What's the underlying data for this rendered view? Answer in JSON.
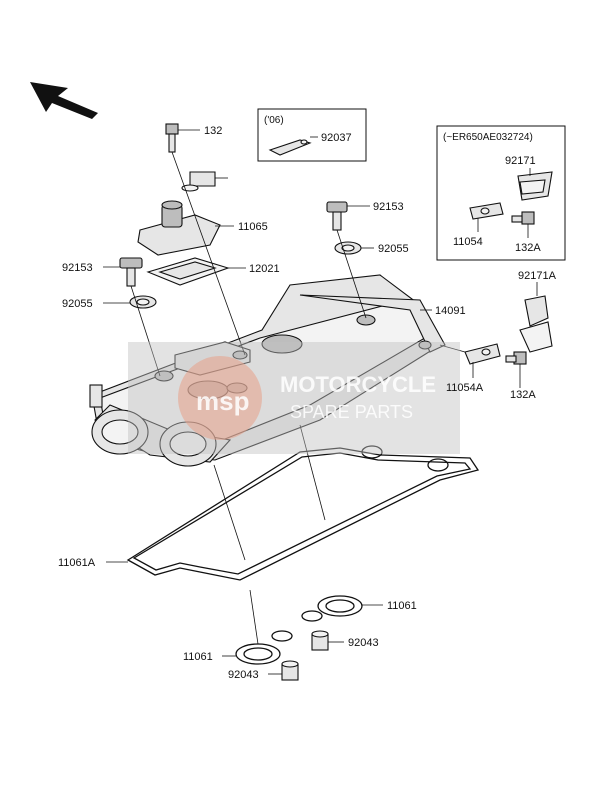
{
  "callouts": {
    "p132": "132",
    "p92037": "92037",
    "p11065": "11065",
    "p92153_top": "92153",
    "p92153_left": "92153",
    "p92055_top": "92055",
    "p92055_left": "92055",
    "p12021": "12021",
    "p14091": "14091",
    "p11061A": "11061A",
    "p11061_right": "11061",
    "p11061_left": "11061",
    "p92043_right": "92043",
    "p92043_left": "92043",
    "p92171": "92171",
    "p11054": "11054",
    "p132A_box": "132A",
    "p92171A": "92171A",
    "p11054A": "11054A",
    "p132A": "132A"
  },
  "inset_year": {
    "title": "('06)"
  },
  "inset_serial": {
    "title": "(~ER650AE032724)"
  },
  "watermark": {
    "brand": "MOTORCYCLE",
    "sub": "SPARE PARTS",
    "logo": "msp"
  }
}
